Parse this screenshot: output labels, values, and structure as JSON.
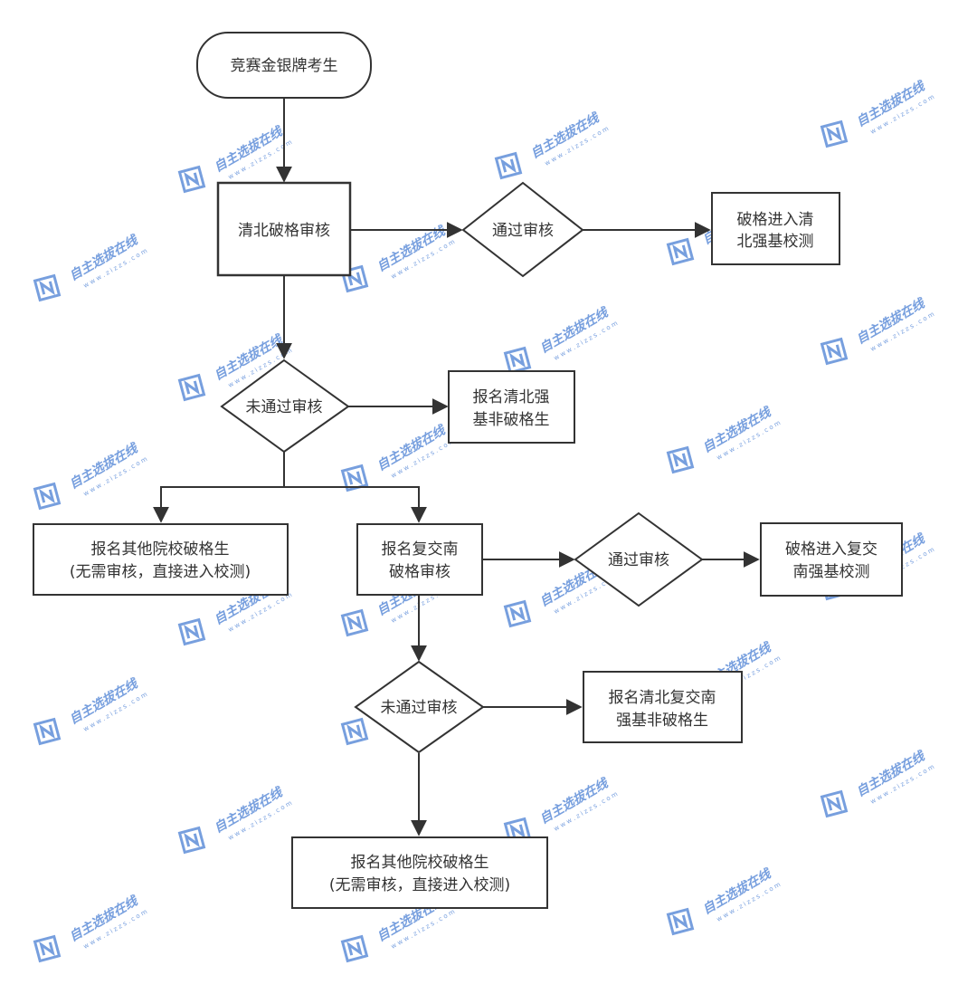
{
  "nodes": {
    "start": "竞赛金银牌考生",
    "qingbei_review": "清北破格审核",
    "pass_1": "通过审核",
    "qingbei_enter": [
      "破格进入清",
      "北强基校测"
    ],
    "fail_1": "未通过审核",
    "qingbei_normal": [
      "报名清北强",
      "基非破格生"
    ],
    "other_1": [
      "报名其他院校破格生",
      "(无需审核，直接进入校测)"
    ],
    "fujiaonan_review": [
      "报名复交南",
      "破格审核"
    ],
    "pass_2": "通过审核",
    "fujiaonan_enter": [
      "破格进入复交",
      "南强基校测"
    ],
    "fail_2": "未通过审核",
    "all_normal": [
      "报名清北复交南",
      "强基非破格生"
    ],
    "other_2": [
      "报名其他院校破格生",
      "(无需审核，直接进入校测)"
    ]
  },
  "watermark": {
    "text": "自主选拔在线",
    "url": "w w w . z i z z s . c o m",
    "color": "#4a7fd4"
  }
}
